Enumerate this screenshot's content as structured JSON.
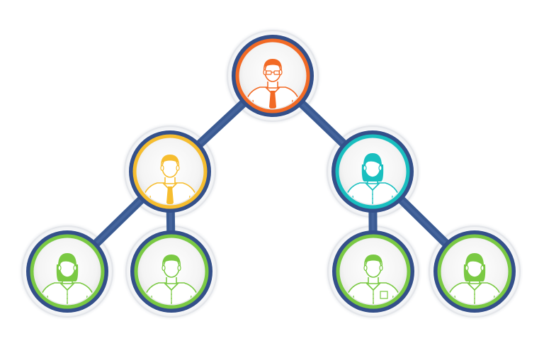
{
  "colors": {
    "connector": "#3a5a92",
    "ring_outer": "#34508a",
    "halo": "#e4e6ea",
    "halo_light": "#f3f4f6",
    "inner_bg": "#f7f7f7",
    "skin": "#ffffff"
  },
  "nodes": [
    {
      "id": "top-manager",
      "level": 0,
      "accent": "#f26a25",
      "hair": "#f26a25",
      "figure": "man",
      "glasses": true,
      "tie": true,
      "pocket": false
    },
    {
      "id": "manager-left",
      "level": 1,
      "accent": "#f6bd2f",
      "hair": "#f6bd2f",
      "figure": "man",
      "glasses": false,
      "tie": true,
      "pocket": false
    },
    {
      "id": "manager-right",
      "level": 1,
      "accent": "#19bfbf",
      "hair": "#19bfbf",
      "figure": "woman",
      "glasses": false,
      "tie": false,
      "pocket": false
    },
    {
      "id": "member-1",
      "level": 2,
      "accent": "#7ac943",
      "hair": "#7ac943",
      "figure": "woman",
      "glasses": false,
      "tie": false,
      "pocket": false
    },
    {
      "id": "member-2",
      "level": 2,
      "accent": "#7ac943",
      "hair": "#7ac943",
      "figure": "man",
      "glasses": false,
      "tie": false,
      "pocket": false
    },
    {
      "id": "member-3",
      "level": 2,
      "accent": "#7ac943",
      "hair": "#7ac943",
      "figure": "man",
      "glasses": false,
      "tie": false,
      "pocket": true
    },
    {
      "id": "member-4",
      "level": 2,
      "accent": "#7ac943",
      "hair": "#7ac943",
      "figure": "woman",
      "glasses": false,
      "tie": false,
      "pocket": false
    }
  ],
  "edges": [
    {
      "from": "top-manager",
      "to": "manager-left"
    },
    {
      "from": "top-manager",
      "to": "manager-right"
    },
    {
      "from": "manager-left",
      "to": "member-1"
    },
    {
      "from": "manager-left",
      "to": "member-2"
    },
    {
      "from": "manager-right",
      "to": "member-3"
    },
    {
      "from": "manager-right",
      "to": "member-4"
    }
  ]
}
